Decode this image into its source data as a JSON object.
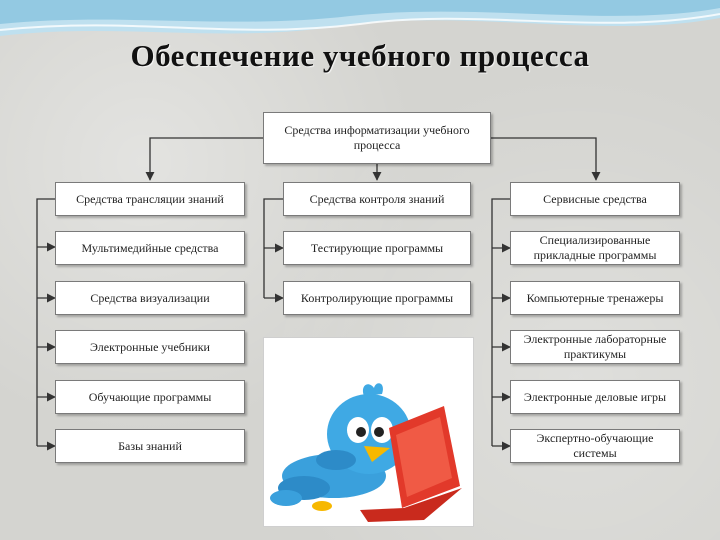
{
  "title": "Обеспечение учебного процесса",
  "root": "Средства информатизации учебного процесса",
  "columns": [
    {
      "header": "Средства трансляции знаний",
      "items": [
        "Мультимедийные средства",
        "Средства визуализации",
        "Электронные учебники",
        "Обучающие программы",
        "Базы знаний"
      ]
    },
    {
      "header": "Средства контроля знаний",
      "items": [
        "Тестирующие программы",
        "Контролирующие программы"
      ]
    },
    {
      "header": "Сервисные средства",
      "items": [
        "Специализированные прикладные программы",
        "Компьютерные тренажеры",
        "Электронные лабораторные практикумы",
        "Электронные деловые игры",
        "Экспертно-обучающие системы"
      ]
    }
  ],
  "colors": {
    "box_border": "#7a7a7a",
    "wire": "#333333",
    "wave": "#a9d4ea"
  },
  "illustration": "bird-with-laptop"
}
